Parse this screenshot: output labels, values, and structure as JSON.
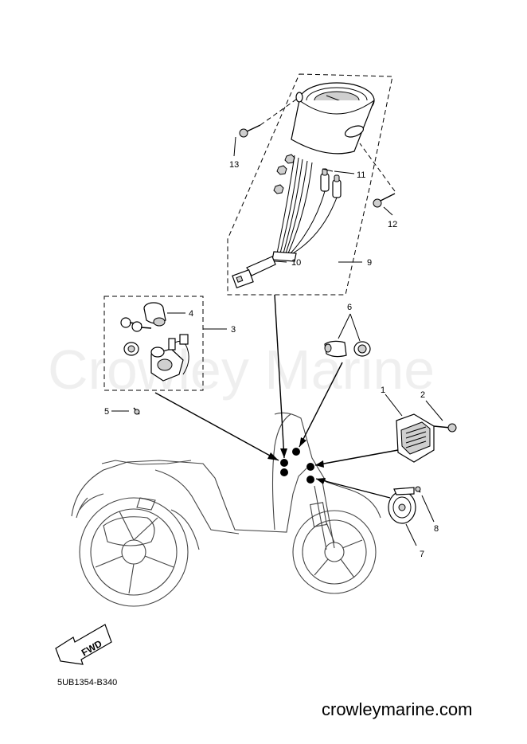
{
  "callouts": [
    "1",
    "2",
    "3",
    "4",
    "5",
    "6",
    "7",
    "8",
    "9",
    "10",
    "11",
    "12",
    "13"
  ],
  "watermark": "Crowley Marine",
  "fwd_label": "FWD",
  "diagram_code": "5UB1354-B340",
  "site": "crowleymarine.com"
}
